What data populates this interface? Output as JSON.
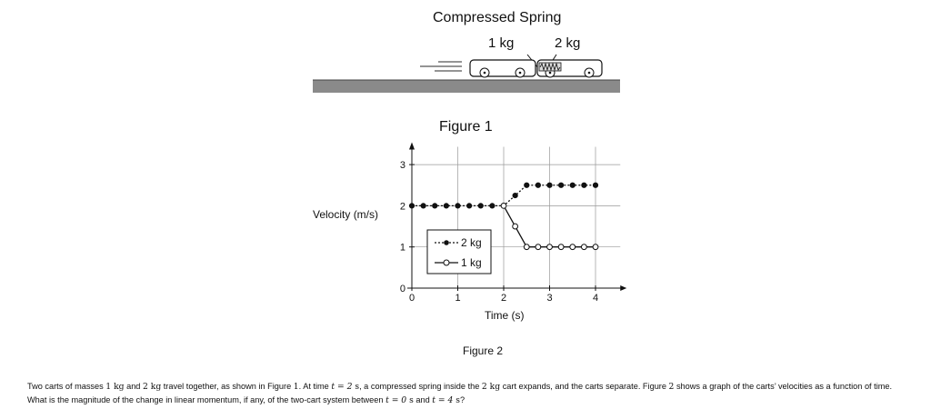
{
  "figure1": {
    "title": "Compressed Spring",
    "cart_small_label": "1 kg",
    "cart_large_label": "2 kg",
    "caption": "Figure 1"
  },
  "figure2": {
    "caption": "Figure 2",
    "ylabel": "Velocity (m/s)",
    "xlabel": "Time (s)"
  },
  "chart_data": {
    "type": "line",
    "xlabel": "Time (s)",
    "ylabel": "Velocity (m/s)",
    "xlim": [
      0,
      4.5
    ],
    "ylim": [
      0,
      3.5
    ],
    "xticks": [
      0,
      1,
      2,
      3,
      4
    ],
    "yticks": [
      0,
      1,
      2,
      3
    ],
    "grid": true,
    "legend": "inside-lower-left",
    "series": [
      {
        "name": "2 kg",
        "style": "dashed-filled",
        "x": [
          0,
          0.25,
          0.5,
          0.75,
          1.0,
          1.25,
          1.5,
          1.75,
          2.0,
          2.25,
          2.5,
          2.75,
          3.0,
          3.25,
          3.5,
          3.75,
          4.0
        ],
        "y": [
          2,
          2,
          2,
          2,
          2,
          2,
          2,
          2,
          2,
          2.25,
          2.5,
          2.5,
          2.5,
          2.5,
          2.5,
          2.5,
          2.5
        ]
      },
      {
        "name": "1 kg",
        "style": "solid-open",
        "x": [
          2.0,
          2.25,
          2.5,
          2.75,
          3.0,
          3.25,
          3.5,
          3.75,
          4.0
        ],
        "y": [
          2,
          1.5,
          1,
          1,
          1,
          1,
          1,
          1,
          1
        ]
      }
    ]
  },
  "question": {
    "p1": "Two carts of masses ",
    "m1": "1",
    "u1": " kg",
    "p2": " and ",
    "m2": "2",
    "u2": " kg",
    "p3": " travel together, as shown in Figure ",
    "n1": "1",
    "p4": ". At time ",
    "t1": "t = 2",
    "u3": " s",
    "p5": ", a compressed spring inside the ",
    "m3": "2",
    "u4": " kg",
    "p6": " cart expands, and the carts separate. Figure ",
    "n2": "2",
    "p7": " shows a graph of the carts’ velocities as a function of time. What is the magnitude of the change in linear momentum, if any, of the two-cart system between ",
    "t2": "t = 0",
    "u5": " s",
    "p8": " and ",
    "t3": "t = 4",
    "u6": " s",
    "p9": "?"
  }
}
